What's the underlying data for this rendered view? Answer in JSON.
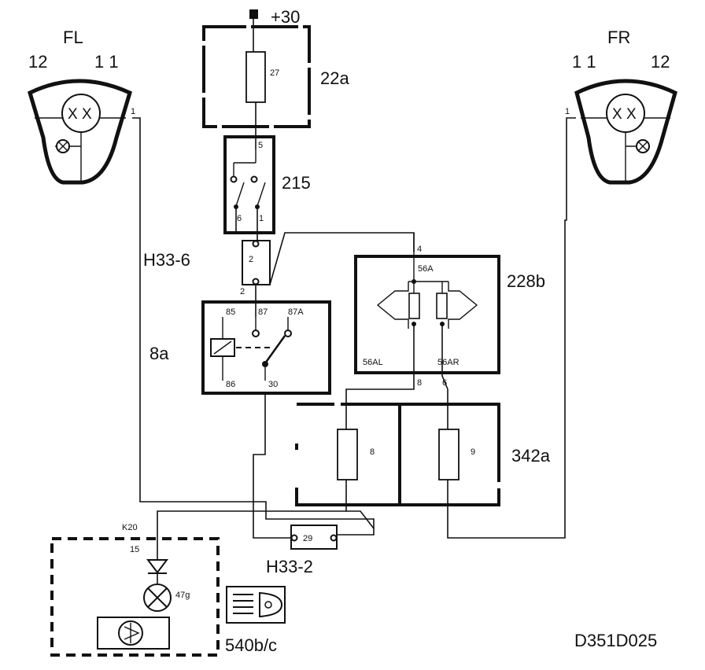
{
  "diagram_id": "D351D025",
  "supply": {
    "label": "+30"
  },
  "headlamps": {
    "left": {
      "title": "FL",
      "bulb_a": "12",
      "bulb_b": "1 1",
      "pin": "1",
      "marks": "X X"
    },
    "right": {
      "title": "FR",
      "bulb_a": "12",
      "bulb_b": "1 1",
      "pin": "1",
      "marks": "X X"
    }
  },
  "fuse_box_22a": {
    "label": "22a",
    "fuse": "27"
  },
  "switch_215": {
    "label": "215",
    "pin_top": "5",
    "pin_left": "6",
    "pin_right": "1"
  },
  "connector_2": {
    "label": "2",
    "pin": "2"
  },
  "relay_8a": {
    "label": "8a",
    "pins": {
      "p85": "85",
      "p87": "87",
      "p87a": "87A",
      "p86": "86",
      "p30": "30"
    }
  },
  "switch_228b": {
    "label": "228b",
    "pin_in": "4",
    "in_label": "56A",
    "out_left": "56AL",
    "out_right": "56AR",
    "pin_left": "8",
    "pin_right": "6"
  },
  "fuse_box_342a": {
    "label": "342a",
    "fuse_left": "8",
    "fuse_right": "9"
  },
  "wire_labels": {
    "h33_6": "H33-6",
    "h33_2": "H33-2",
    "k20": "K20",
    "pin15": "15"
  },
  "connector_29": {
    "label": "29"
  },
  "indicator": {
    "bulb": "47g"
  },
  "headlight_symbol": {
    "label": "540b/c"
  }
}
